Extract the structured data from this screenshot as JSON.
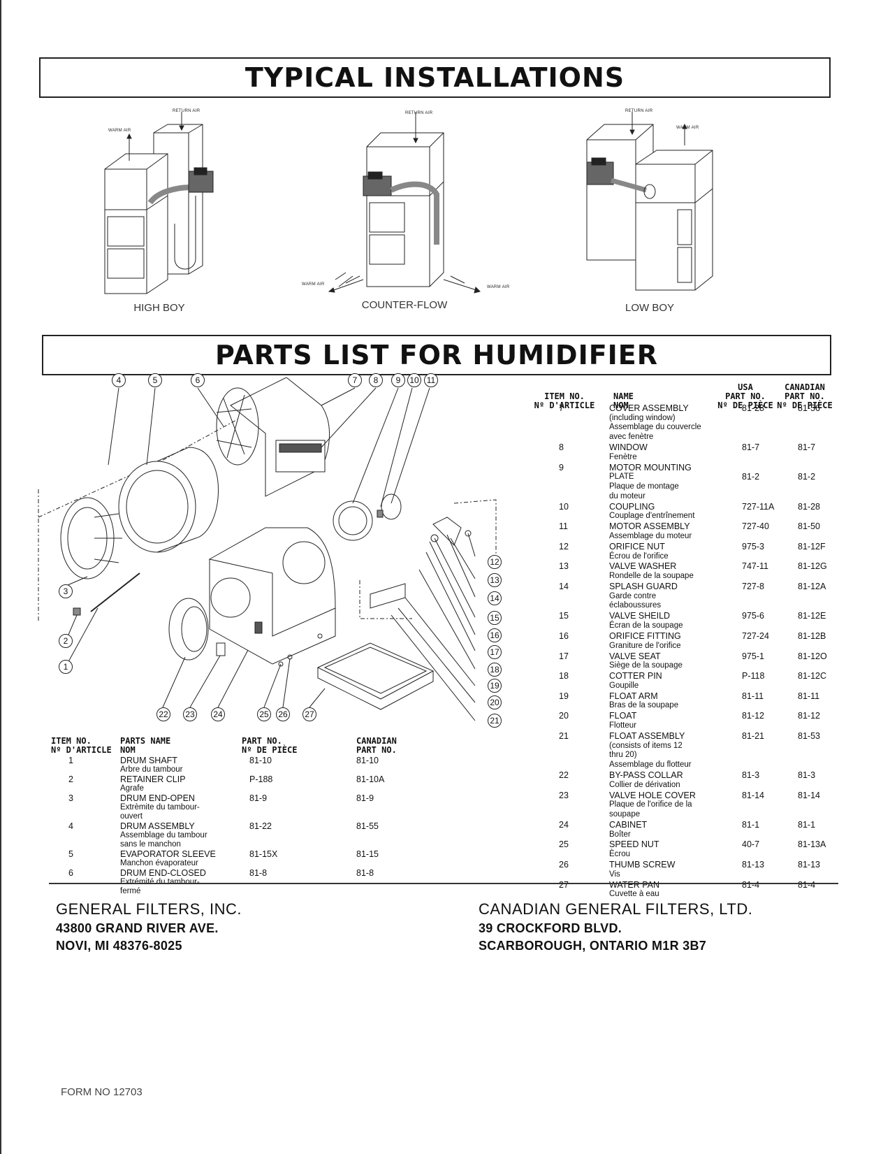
{
  "headings": {
    "installations": "TYPICAL INSTALLATIONS",
    "parts": "PARTS LIST FOR HUMIDIFIER"
  },
  "installations": [
    {
      "label": "HIGH BOY",
      "return_air": "RETURN AIR",
      "warm_air": "WARM AIR"
    },
    {
      "label": "COUNTER-FLOW",
      "return_air": "RETURN AIR",
      "warm_air_left": "WARM AIR",
      "warm_air_right": "WARM AIR"
    },
    {
      "label": "LOW BOY",
      "return_air": "RETURN AIR",
      "warm_air": "WARM AIR"
    }
  ],
  "callouts": [
    "1",
    "2",
    "3",
    "4",
    "5",
    "6",
    "7",
    "8",
    "9",
    "10",
    "11",
    "12",
    "13",
    "14",
    "15",
    "16",
    "17",
    "18",
    "19",
    "20",
    "21",
    "22",
    "23",
    "24",
    "25",
    "26",
    "27"
  ],
  "left_table": {
    "headers": {
      "item_en": "ITEM NO.",
      "item_fr": "Nº D'ARTICLE",
      "name_en": "PARTS NAME",
      "name_fr": "NOM",
      "part_en": "PART NO.",
      "part_fr": "Nº DE PIÈCE",
      "can_en": "CANADIAN",
      "can_fr": "PART NO."
    },
    "rows": [
      {
        "item": "1",
        "name": "DRUM SHAFT",
        "fr": [
          "Arbre du tambour"
        ],
        "part": "81-10",
        "can": "81-10"
      },
      {
        "item": "2",
        "name": "RETAINER CLIP",
        "fr": [
          "Agrafe"
        ],
        "part": "P-188",
        "can": "81-10A"
      },
      {
        "item": "3",
        "name": "DRUM END-OPEN",
        "fr": [
          "Extrèmite du tambour-",
          "ouvert"
        ],
        "part": "81-9",
        "can": "81-9"
      },
      {
        "item": "4",
        "name": "DRUM ASSEMBLY",
        "fr": [
          "Assemblage du tambour",
          "sans le manchon"
        ],
        "part": "81-22",
        "can": "81-55"
      },
      {
        "item": "5",
        "name": "EVAPORATOR SLEEVE",
        "fr": [
          "Manchon évaporateur"
        ],
        "part": "81-15X",
        "can": "81-15"
      },
      {
        "item": "6",
        "name": "DRUM END-CLOSED",
        "fr": [
          "Extrémité du tambour-",
          "fermé"
        ],
        "part": "81-8",
        "can": "81-8"
      }
    ]
  },
  "right_table": {
    "headers": {
      "item_en": "ITEM NO.",
      "item_fr": "Nº D'ARTICLE",
      "name_en": "NAME",
      "name_fr": "NOM",
      "usa_1": "USA",
      "usa_2": "PART NO.",
      "usa_3": "Nº DE PIÈCE",
      "can_1": "CANADIAN",
      "can_2": "PART NO.",
      "can_3": "Nº DE PIÈCE"
    },
    "rows": [
      {
        "item": "7",
        "lines": [
          "COVER ASSEMBLY",
          "(including window)",
          "Assemblage du couvercle",
          "avec fenètre"
        ],
        "usa": "81-28",
        "can": "81-56",
        "pline": 0
      },
      {
        "item": "8",
        "lines": [
          "WINDOW",
          "Fenètre"
        ],
        "usa": "81-7",
        "can": "81-7",
        "pline": 0
      },
      {
        "item": "9",
        "lines": [
          "MOTOR MOUNTING",
          "PLATE",
          "Plaque de montage",
          "du moteur"
        ],
        "usa": "81-2",
        "can": "81-2",
        "pline": 1
      },
      {
        "item": "10",
        "lines": [
          "COUPLING",
          "Couplage d'entrînement"
        ],
        "usa": "727-11A",
        "can": "81-28",
        "pline": 0
      },
      {
        "item": "11",
        "lines": [
          "MOTOR ASSEMBLY",
          "Assemblage du moteur"
        ],
        "usa": "727-40",
        "can": "81-50",
        "pline": 0
      },
      {
        "item": "12",
        "lines": [
          "ORIFICE NUT",
          "Écrou de l'orifice"
        ],
        "usa": "975-3",
        "can": "81-12F",
        "pline": 0
      },
      {
        "item": "13",
        "lines": [
          "VALVE WASHER",
          "Rondelle de la soupape"
        ],
        "usa": "747-11",
        "can": "81-12G",
        "pline": 0
      },
      {
        "item": "14",
        "lines": [
          "SPLASH GUARD",
          "Garde contre",
          "éclaboussures"
        ],
        "usa": "727-8",
        "can": "81-12A",
        "pline": 0
      },
      {
        "item": "15",
        "lines": [
          "VALVE SHEILD",
          "Écran de la soupage"
        ],
        "usa": "975-6",
        "can": "81-12E",
        "pline": 0
      },
      {
        "item": "16",
        "lines": [
          "ORIFICE FITTING",
          "Graniture de l'orifice"
        ],
        "usa": "727-24",
        "can": "81-12B",
        "pline": 0
      },
      {
        "item": "17",
        "lines": [
          "VALVE SEAT",
          "Siège de la soupage"
        ],
        "usa": "975-1",
        "can": "81-12O",
        "pline": 0
      },
      {
        "item": "18",
        "lines": [
          "COTTER PIN",
          "Goupille"
        ],
        "usa": "P-118",
        "can": "81-12C",
        "pline": 0
      },
      {
        "item": "19",
        "lines": [
          "FLOAT ARM",
          "Bras de la soupape"
        ],
        "usa": "81-11",
        "can": "81-11",
        "pline": 0
      },
      {
        "item": "20",
        "lines": [
          "FLOAT",
          "Flotteur"
        ],
        "usa": "81-12",
        "can": "81-12",
        "pline": 0
      },
      {
        "item": "21",
        "lines": [
          "FLOAT ASSEMBLY",
          "(consists of items 12",
          "thru 20)",
          "Assemblage du flotteur"
        ],
        "usa": "81-21",
        "can": "81-53",
        "pline": 0
      },
      {
        "item": "22",
        "lines": [
          "BY-PASS COLLAR",
          "Collier de dérivation"
        ],
        "usa": "81-3",
        "can": "81-3",
        "pline": 0
      },
      {
        "item": "23",
        "lines": [
          "VALVE HOLE COVER",
          "Plaque de l'orifice de la",
          "soupape"
        ],
        "usa": "81-14",
        "can": "81-14",
        "pline": 0
      },
      {
        "item": "24",
        "lines": [
          "CABINET",
          "Boîter"
        ],
        "usa": "81-1",
        "can": "81-1",
        "pline": 0
      },
      {
        "item": "25",
        "lines": [
          "SPEED NUT",
          "Ècrou"
        ],
        "usa": "40-7",
        "can": "81-13A",
        "pline": 0
      },
      {
        "item": "26",
        "lines": [
          "THUMB SCREW",
          "Vis"
        ],
        "usa": "81-13",
        "can": "81-13",
        "pline": 0
      },
      {
        "item": "27",
        "lines": [
          "WATER PAN",
          "Cuvette à eau"
        ],
        "usa": "81-4",
        "can": "81-4",
        "pline": 0
      }
    ]
  },
  "companies": [
    {
      "name": "GENERAL FILTERS, INC.",
      "address1": "43800 GRAND RIVER AVE.",
      "address2": "NOVI, MI 48376-8025"
    },
    {
      "name": "CANADIAN GENERAL FILTERS, LTD.",
      "address1": "39 CROCKFORD BLVD.",
      "address2": "SCARBOROUGH, ONTARIO M1R 3B7"
    }
  ],
  "form_no": "FORM NO 12703"
}
